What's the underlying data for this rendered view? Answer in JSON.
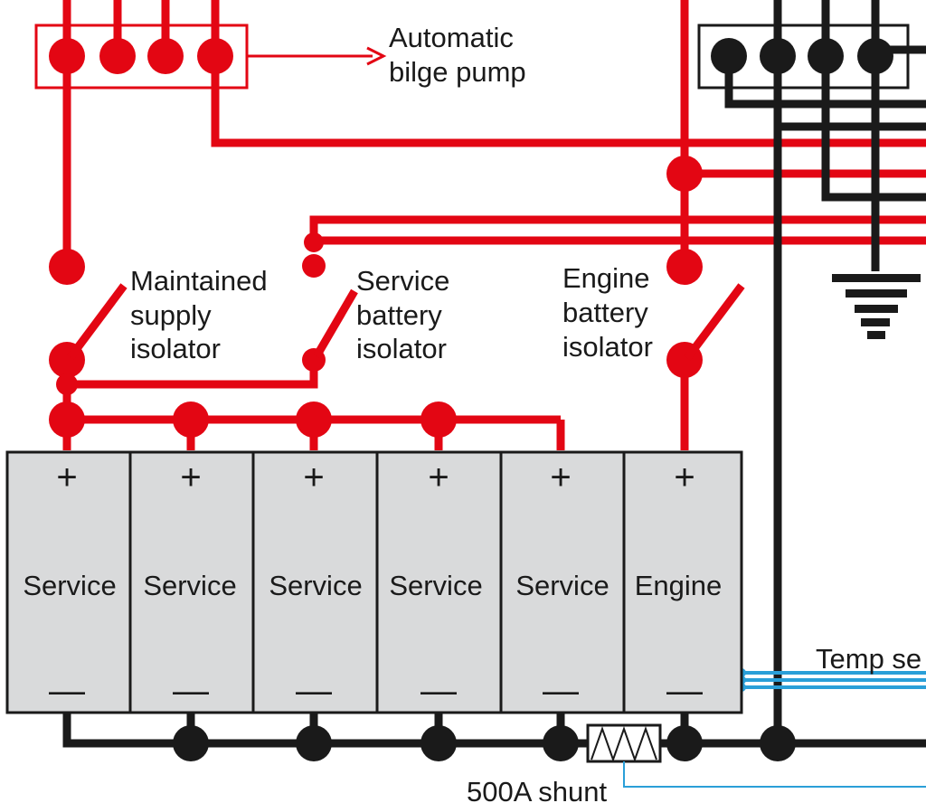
{
  "colors": {
    "positive": "#e30613",
    "negative": "#1a1a1a",
    "sensor": "#2a9fd8",
    "battery_fill": "#d9dadb"
  },
  "labels": {
    "bilge_pump": [
      "Automatic",
      "bilge pump"
    ],
    "maintained_isolator": [
      "Maintained",
      "supply",
      "isolator"
    ],
    "service_isolator": [
      "Service",
      "battery",
      "isolator"
    ],
    "engine_isolator": [
      "Engine",
      "battery",
      "isolator"
    ],
    "temp_sensor": "Temp se",
    "shunt": "500A shunt"
  },
  "batteries": [
    {
      "label": "Service",
      "plus": "+",
      "minus": "—"
    },
    {
      "label": "Service",
      "plus": "+",
      "minus": "—"
    },
    {
      "label": "Service",
      "plus": "+",
      "minus": "—"
    },
    {
      "label": "Service",
      "plus": "+",
      "minus": "—"
    },
    {
      "label": "Service",
      "plus": "+",
      "minus": "—"
    },
    {
      "label": "Engine",
      "plus": "+",
      "minus": "—"
    }
  ],
  "icons": {
    "ground": "ground-icon",
    "shunt": "shunt-resistor-icon",
    "switch": "isolator-switch-icon"
  }
}
